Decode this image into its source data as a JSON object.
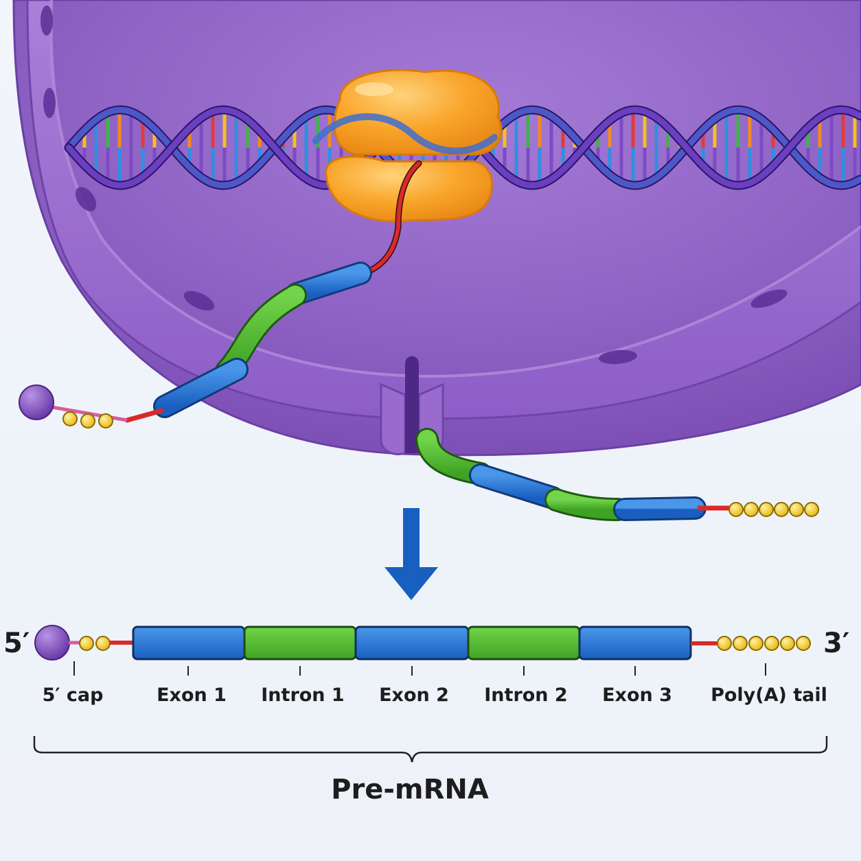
{
  "ends": {
    "five_prime": "5′",
    "three_prime": "3′"
  },
  "labels": {
    "cap": "5′ cap",
    "exon1": "Exon 1",
    "intron1": "Intron 1",
    "exon2": "Exon 2",
    "intron2": "Intron 2",
    "exon3": "Exon 3",
    "polya": "Poly(A) tail"
  },
  "title": "Pre-mRNA",
  "colors": {
    "nucleus": "#8a5cc0",
    "envelope": "#a173d3",
    "rna_polymerase": "#f59a1c",
    "dna_backbone": "#5b3cb0",
    "exon": "#1f6fd0",
    "intron": "#4bb82e",
    "linker": "#d92a2a",
    "poly_a_bead": "#f0c419",
    "cap": "#7b46b8",
    "arrow": "#1760c0"
  },
  "icons": {
    "arrow": "down-arrow-icon",
    "cap": "cap-sphere-icon"
  }
}
